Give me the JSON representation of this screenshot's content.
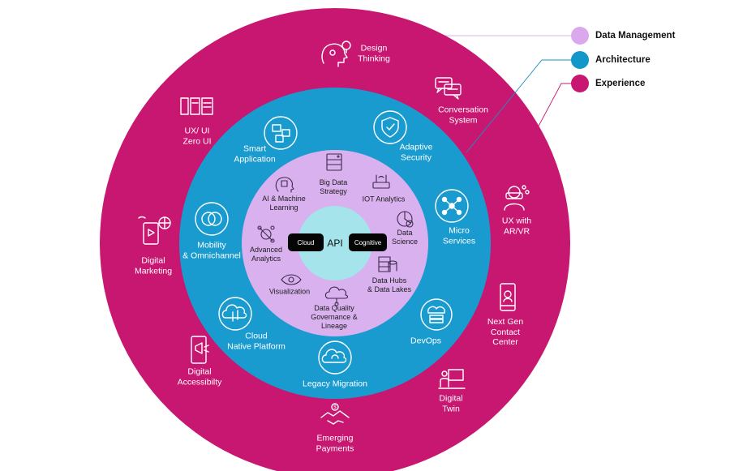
{
  "legend": [
    {
      "label": "Data Management",
      "color": "#dba8ee"
    },
    {
      "label": "Architecture",
      "color": "#1297c9"
    },
    {
      "label": "Experience",
      "color": "#c81770"
    }
  ],
  "colors": {
    "experience": "#c81770",
    "architecture": "#1a9bcf",
    "data_management": "#d9b1ef",
    "core": "#a6e4ec",
    "connector_light": "#dcb3ea",
    "connector_blue": "#1a90c2",
    "connector_pink": "#c81770"
  },
  "center": {
    "label": "API",
    "left_pill": "Cloud",
    "right_pill": "Cognitive"
  },
  "experience_items": [
    {
      "label": "Design\nThinking",
      "icon": "design-thinking-icon"
    },
    {
      "label": "Conversation\nSystem",
      "icon": "chat-bubbles-icon"
    },
    {
      "label": "UX with\nAR/VR",
      "icon": "vr-headset-icon"
    },
    {
      "label": "Next Gen\nContact\nCenter",
      "icon": "mobile-contact-icon"
    },
    {
      "label": "Digital\nTwin",
      "icon": "presentation-board-icon"
    },
    {
      "label": "Emerging\nPayments",
      "icon": "handshake-payment-icon"
    },
    {
      "label": "Digital\nAccessibilty",
      "icon": "megaphone-phone-icon"
    },
    {
      "label": "Digital\nMarketing",
      "icon": "digital-marketing-icon"
    },
    {
      "label": "UX/ UI\nZero UI",
      "icon": "wireframe-icon"
    }
  ],
  "architecture_items": [
    {
      "label": "Smart\nApplication",
      "icon": "smart-application-icon"
    },
    {
      "label": "Adaptive\nSecurity",
      "icon": "shield-icon"
    },
    {
      "label": "Micro\nServices",
      "icon": "network-nodes-icon"
    },
    {
      "label": "DevOps",
      "icon": "cloud-server-icon"
    },
    {
      "label": "Legacy Migration",
      "icon": "cloud-sync-icon"
    },
    {
      "label": "Cloud\nNative Platform",
      "icon": "cloud-transfer-icon"
    },
    {
      "label": "Mobility\n& Omnichannel",
      "icon": "omnichannel-icon"
    }
  ],
  "data_items": [
    {
      "label": "Big Data\nStrategy",
      "icon": "big-data-icon"
    },
    {
      "label": "IOT Analytics",
      "icon": "iot-router-icon"
    },
    {
      "label": "Data\nScience",
      "icon": "data-science-icon"
    },
    {
      "label": "Data Hubs\n& Data Lakes",
      "icon": "database-icon"
    },
    {
      "label": "Data Quality\nGovernance &\nLineage",
      "icon": "data-quality-cloud-icon"
    },
    {
      "label": "Visualization",
      "icon": "eye-icon"
    },
    {
      "label": "Advanced\nAnalytics",
      "icon": "analytics-icon"
    },
    {
      "label": "AI & Machine\nLearning",
      "icon": "ai-brain-icon"
    }
  ]
}
